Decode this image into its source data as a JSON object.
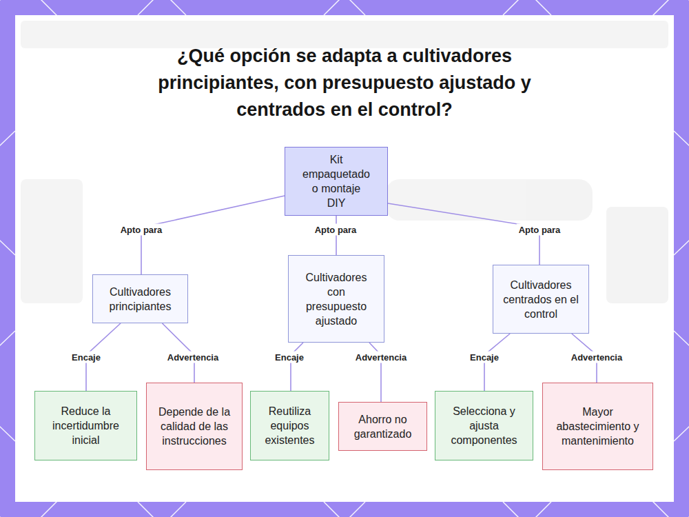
{
  "diagram": {
    "title": "¿Qué opción se adapta a cultivadores principiantes, con presupuesto ajustado y centrados en el control?",
    "nodes": [
      {
        "text": [
          "Kit empaquetado o montaje DIY"
        ]
      },
      {
        "text": [
          "Cultivadores principiantes"
        ]
      },
      {
        "text": [
          "Cultivadores con presupuesto ajustado"
        ]
      },
      {
        "text": [
          "Cultivadores centrados en el control"
        ]
      },
      {
        "text": [
          "Reduce la incertidumbre inicial"
        ]
      },
      {
        "text": [
          "Depende de la calidad de las instrucciones"
        ]
      },
      {
        "text": [
          "Reutiliza equipos existentes"
        ]
      },
      {
        "text": [
          "Ahorro no garantizado"
        ]
      },
      {
        "text": [
          "Selecciona y ajusta componentes"
        ]
      },
      {
        "text": [
          "Mayor abastecimiento y mantenimiento"
        ]
      }
    ],
    "edges": [
      {
        "from": 0,
        "to": 1,
        "label": "Apto para",
        "arrow": "none"
      },
      {
        "from": 0,
        "to": 2,
        "label": "Apto para",
        "arrow": "none"
      },
      {
        "from": 0,
        "to": 3,
        "label": "Apto para",
        "arrow": "none"
      },
      {
        "from": 1,
        "to": 4,
        "label": "Encaje",
        "arrow": "none"
      },
      {
        "from": 1,
        "to": 5,
        "label": "Advertencia",
        "arrow": "none"
      },
      {
        "from": 2,
        "to": 6,
        "label": "Encaje",
        "arrow": "none"
      },
      {
        "from": 2,
        "to": 7,
        "label": "Advertencia",
        "arrow": "none"
      },
      {
        "from": 3,
        "to": 8,
        "label": "Encaje",
        "arrow": "none"
      },
      {
        "from": 3,
        "to": 9,
        "label": "Advertencia",
        "arrow": "none"
      }
    ]
  }
}
